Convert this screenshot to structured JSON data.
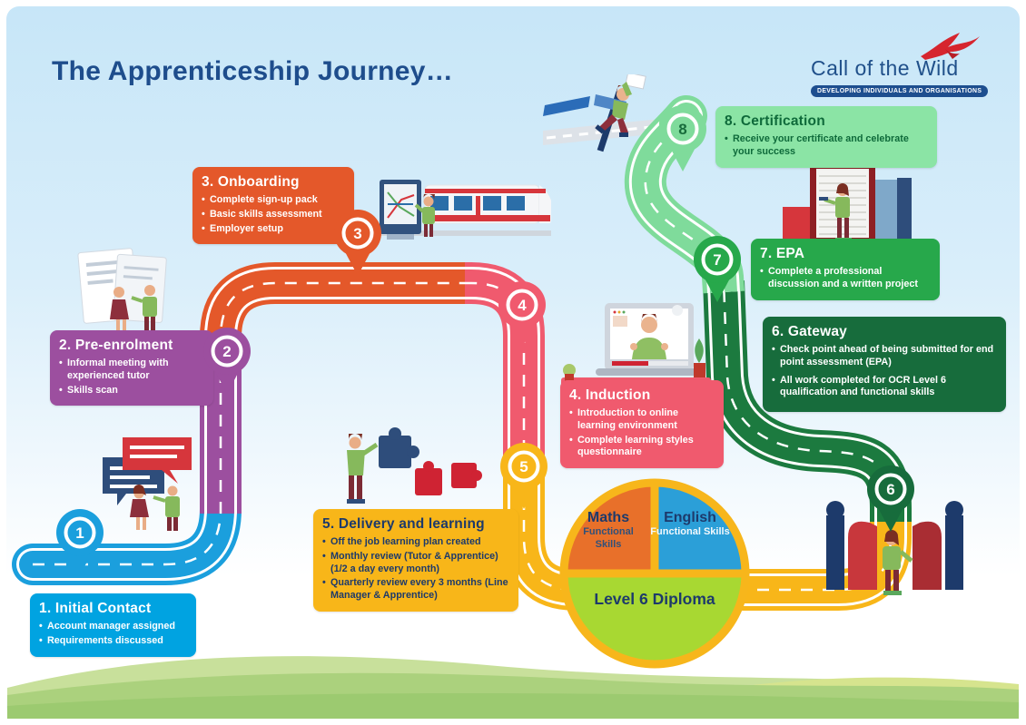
{
  "page": {
    "title": "The Apprenticeship Journey…"
  },
  "logo": {
    "name": "Call of the Wild",
    "tagline": "DEVELOPING INDIVIDUALS AND ORGANISATIONS",
    "bird_color": "#d6252e",
    "brand_color": "#1d4e8f"
  },
  "stages": [
    {
      "number": "1",
      "title": "1. Initial Contact",
      "color": "#00a3e1",
      "bullets": [
        "Account manager assigned",
        "Requirements discussed"
      ]
    },
    {
      "number": "2",
      "title": "2. Pre-enrolment",
      "color": "#9c4f9f",
      "bullets": [
        "Informal meeting with experienced tutor",
        "Skills scan"
      ]
    },
    {
      "number": "3",
      "title": "3. Onboarding",
      "color": "#e4582a",
      "bullets": [
        "Complete sign-up pack",
        "Basic skills assessment",
        "Employer setup"
      ]
    },
    {
      "number": "4",
      "title": "4. Induction",
      "color": "#f05a6e",
      "bullets": [
        "Introduction to online learning environment",
        "Complete learning styles questionnaire"
      ]
    },
    {
      "number": "5",
      "title": "5. Delivery and learning",
      "color": "#f8b619",
      "bullets": [
        "Off the job learning plan created",
        "Monthly review (Tutor & Apprentice) (1/2 a day every month)",
        "Quarterly review every 3 months (Line Manager & Apprentice)"
      ]
    },
    {
      "number": "6",
      "title": "6. Gateway",
      "color": "#176c3c",
      "bullets": [
        "Check point ahead of being submitted for end point assessment (EPA)",
        "All work completed for OCR Level 6 qualification and functional skills"
      ]
    },
    {
      "number": "7",
      "title": "7. EPA",
      "color": "#27a84b",
      "bullets": [
        "Complete a professional discussion and a written project"
      ]
    },
    {
      "number": "8",
      "title": "8. Certification",
      "color": "#8be4a5",
      "bullets": [
        "Receive your certificate and celebrate your success"
      ]
    }
  ],
  "pie": {
    "type": "pie",
    "ring_color": "#f7b61b",
    "slices": [
      {
        "label": "Maths",
        "sublabel": "Functional Skills",
        "color": "#e8702a",
        "fraction": 0.25
      },
      {
        "label": "English",
        "sublabel": "Functional Skills",
        "color": "#2b9fd8",
        "fraction": 0.25
      },
      {
        "label": "Level 6 Diploma",
        "sublabel": "",
        "color": "#a8d832",
        "fraction": 0.5
      }
    ]
  }
}
